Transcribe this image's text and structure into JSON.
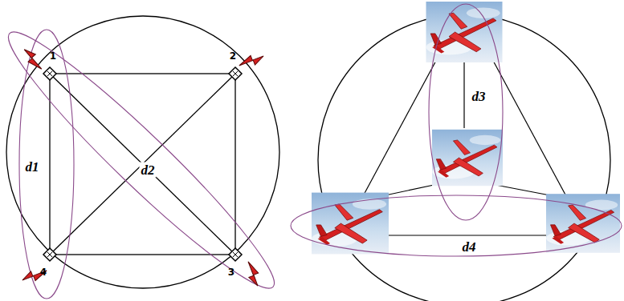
{
  "diagram": {
    "labels": [
      "1",
      "2",
      "3",
      "4",
      "d1",
      "d2",
      "d3",
      "d4"
    ]
  }
}
